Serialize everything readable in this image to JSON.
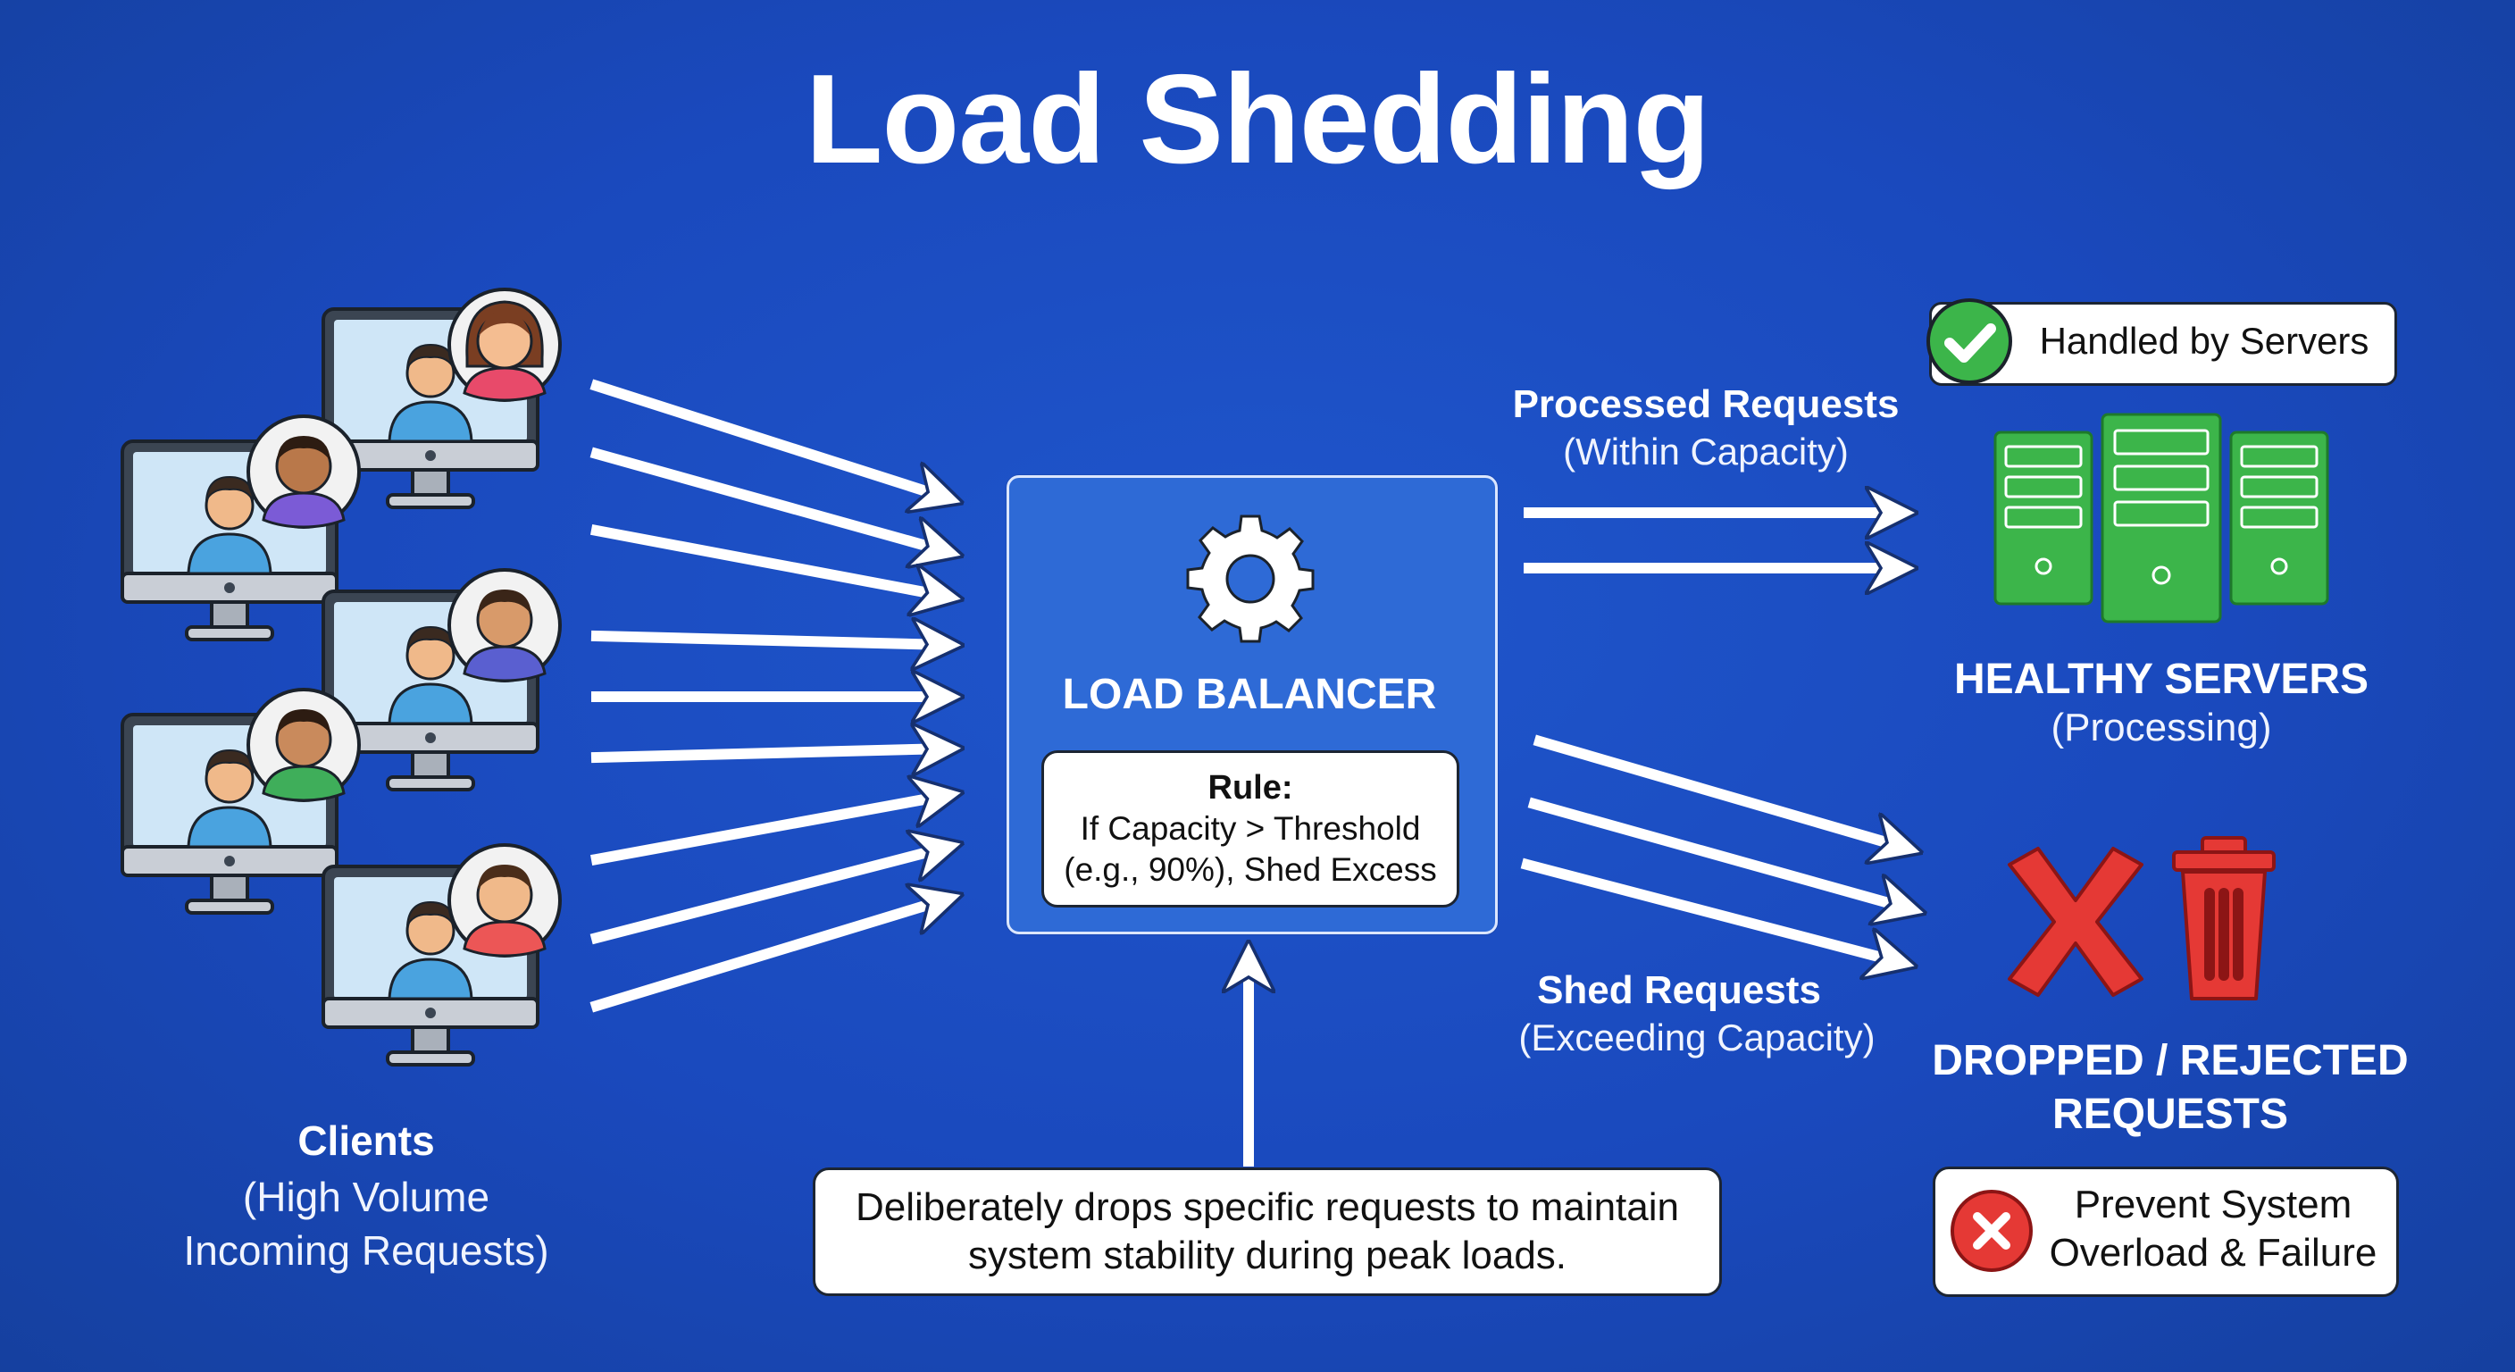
{
  "title": "Load Shedding",
  "load_balancer": {
    "label": "LOAD BALANCER",
    "rule_title": "Rule:",
    "rule_line1": "If Capacity > Threshold",
    "rule_line2": "(e.g., 90%), Shed Excess"
  },
  "clients": {
    "title": "Clients",
    "sub_line1": "(High Volume",
    "sub_line2": "Incoming Requests)"
  },
  "processed": {
    "title": "Processed Requests",
    "sub": "(Within Capacity)"
  },
  "shed": {
    "title": "Shed Requests",
    "sub": "(Exceeding Capacity)"
  },
  "healthy": {
    "badge": "Handled by Servers",
    "title": "HEALTHY SERVERS",
    "sub": "(Processing)"
  },
  "dropped": {
    "title_line1": "DROPPED / REJECTED",
    "title_line2": "REQUESTS",
    "prevent_line1": "Prevent System",
    "prevent_line2": "Overload & Failure"
  },
  "note": {
    "line1": "Deliberately drops specific requests to maintain",
    "line2": "system stability during peak loads."
  },
  "colors": {
    "background": "#1a49bd",
    "server_green": "#3cb54a",
    "reject_red": "#e53935",
    "shirt_colors": [
      "#e84a6a",
      "#7b5bd6",
      "#5a5fd0",
      "#3fae5a",
      "#ec5656",
      "#4aa3df"
    ]
  },
  "icons": [
    "gear-icon",
    "check-icon",
    "server-icon",
    "cross-icon",
    "trash-icon",
    "x-circle-icon",
    "monitor-icon",
    "person-avatar-icon"
  ]
}
